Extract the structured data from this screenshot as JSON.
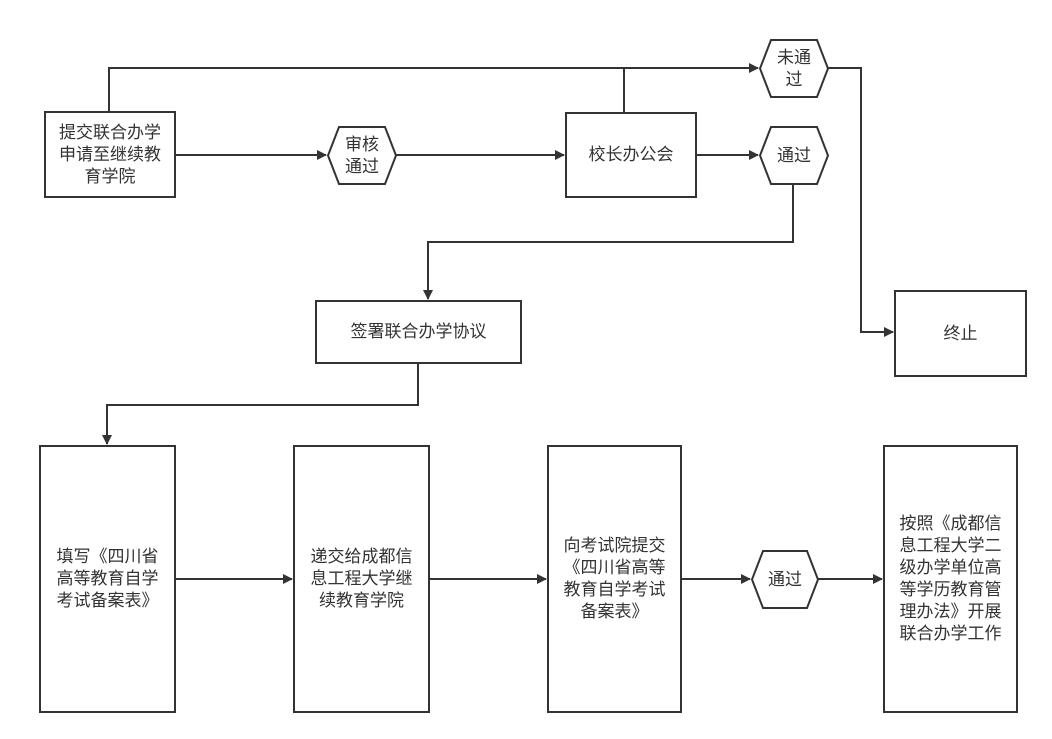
{
  "diagram": {
    "type": "flowchart",
    "stroke_color": "#333333",
    "background": "#ffffff",
    "nodes": {
      "submit_application": {
        "shape": "rectangle",
        "label": "提交联合办学申请至继续教育学院"
      },
      "review_passed": {
        "shape": "hexagon",
        "label": "审核通过"
      },
      "president_meeting": {
        "shape": "rectangle",
        "label": "校长办公会"
      },
      "not_passed": {
        "shape": "hexagon",
        "label": "未通过"
      },
      "passed_meeting": {
        "shape": "hexagon",
        "label": "通过"
      },
      "sign_agreement": {
        "shape": "rectangle",
        "label": "签署联合办学协议"
      },
      "terminate": {
        "shape": "rectangle",
        "label": "终止"
      },
      "fill_form": {
        "shape": "rectangle",
        "label": "填写《四川省高等教育自学考试备案表》"
      },
      "submit_to_college": {
        "shape": "rectangle",
        "label": "递交给成都信息工程大学继续教育学院"
      },
      "submit_to_exam_institute": {
        "shape": "rectangle",
        "label": "向考试院提交《四川省高等教育自学考试备案表》"
      },
      "passed_exam": {
        "shape": "hexagon",
        "label": "通过"
      },
      "conduct_joint_program": {
        "shape": "rectangle",
        "label": "按照《成都信息工程大学二级办学单位高等学历教育管理办法》开展联合办学工作"
      }
    },
    "edges": [
      {
        "from": "submit_application",
        "to": "review_passed"
      },
      {
        "from": "review_passed",
        "to": "president_meeting"
      },
      {
        "from": "submit_application",
        "to": "not_passed"
      },
      {
        "from": "president_meeting",
        "to": "not_passed"
      },
      {
        "from": "president_meeting",
        "to": "passed_meeting"
      },
      {
        "from": "not_passed",
        "to": "terminate"
      },
      {
        "from": "passed_meeting",
        "to": "sign_agreement"
      },
      {
        "from": "sign_agreement",
        "to": "fill_form"
      },
      {
        "from": "fill_form",
        "to": "submit_to_college"
      },
      {
        "from": "submit_to_college",
        "to": "submit_to_exam_institute"
      },
      {
        "from": "submit_to_exam_institute",
        "to": "passed_exam"
      },
      {
        "from": "passed_exam",
        "to": "conduct_joint_program"
      }
    ]
  },
  "labels": {
    "submit_application": [
      "提交联合办学",
      "申请至继续教",
      "育学院"
    ],
    "review_passed": [
      "审核",
      "通过"
    ],
    "president_meeting": [
      "校长办公会"
    ],
    "not_passed": [
      "未通",
      "过"
    ],
    "passed_meeting": [
      "通过"
    ],
    "sign_agreement": [
      "签署联合办学协议"
    ],
    "terminate": [
      "终止"
    ],
    "fill_form": [
      "填写《四川省",
      "高等教育自学",
      "考试备案表》"
    ],
    "submit_to_college": [
      "递交给成都信",
      "息工程大学继",
      "续教育学院"
    ],
    "submit_to_exam_institute": [
      "向考试院提交",
      "《四川省高等",
      "教育自学考试",
      "备案表》"
    ],
    "passed_exam": [
      "通过"
    ],
    "conduct_joint_program": [
      "按照《成都信",
      "息工程大学二",
      "级办学单位高",
      "等学历教育管",
      "理办法》开展",
      "联合办学工作"
    ]
  }
}
